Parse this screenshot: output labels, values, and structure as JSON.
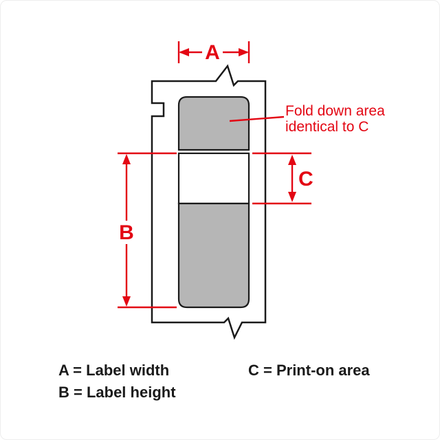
{
  "colors": {
    "red": "#e30613",
    "gray": "#b6b6b6",
    "black": "#1a1a1a",
    "white": "#ffffff"
  },
  "diagram": {
    "dim_a": "A",
    "dim_b": "B",
    "dim_c": "C",
    "fold_note_line1": "Fold down area",
    "fold_note_line2": "identical to C"
  },
  "legend": {
    "a": "A = Label width",
    "b": "B = Label height",
    "c": "C = Print-on area"
  }
}
